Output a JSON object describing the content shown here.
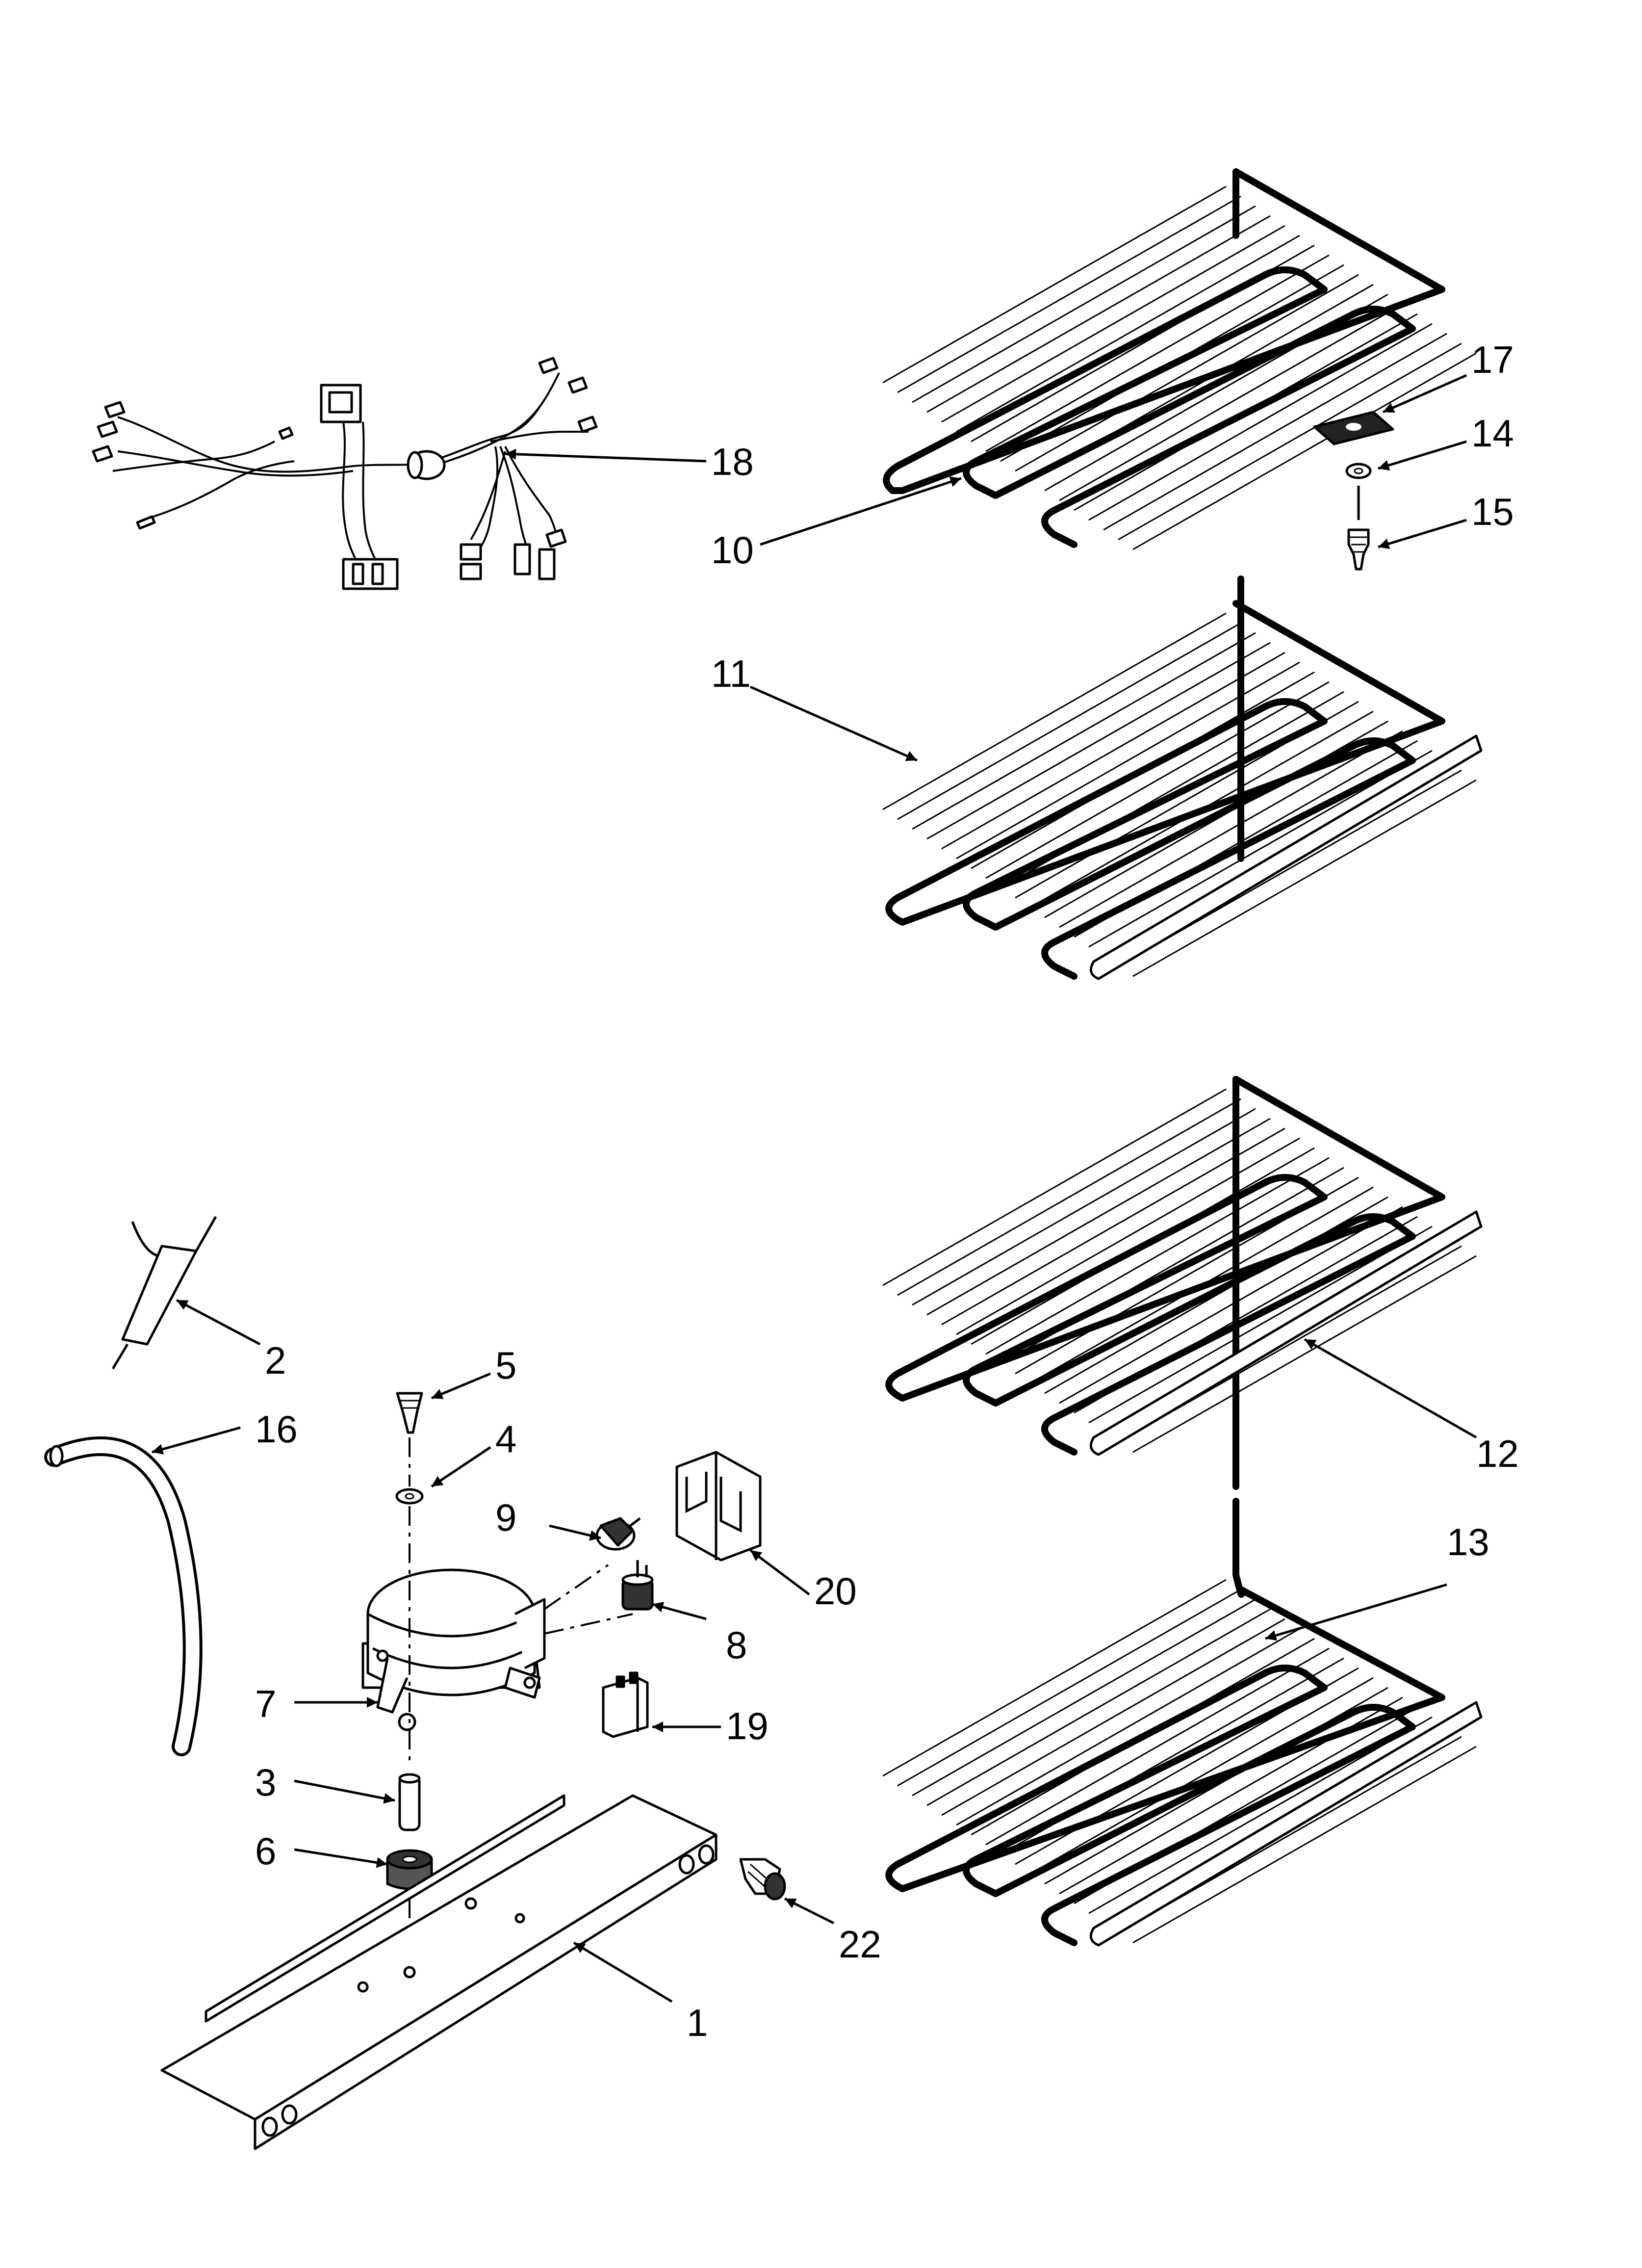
{
  "diagram": {
    "callouts": [
      {
        "id": "1",
        "label": "1"
      },
      {
        "id": "2",
        "label": "2"
      },
      {
        "id": "3",
        "label": "3"
      },
      {
        "id": "4",
        "label": "4"
      },
      {
        "id": "5",
        "label": "5"
      },
      {
        "id": "6",
        "label": "6"
      },
      {
        "id": "7",
        "label": "7"
      },
      {
        "id": "8",
        "label": "8"
      },
      {
        "id": "9",
        "label": "9"
      },
      {
        "id": "10",
        "label": "10"
      },
      {
        "id": "11",
        "label": "11"
      },
      {
        "id": "12",
        "label": "12"
      },
      {
        "id": "13",
        "label": "13"
      },
      {
        "id": "14",
        "label": "14"
      },
      {
        "id": "15",
        "label": "15"
      },
      {
        "id": "16",
        "label": "16"
      },
      {
        "id": "17",
        "label": "17"
      },
      {
        "id": "18",
        "label": "18"
      },
      {
        "id": "19",
        "label": "19"
      },
      {
        "id": "20",
        "label": "20"
      },
      {
        "id": "22",
        "label": "22"
      }
    ]
  }
}
